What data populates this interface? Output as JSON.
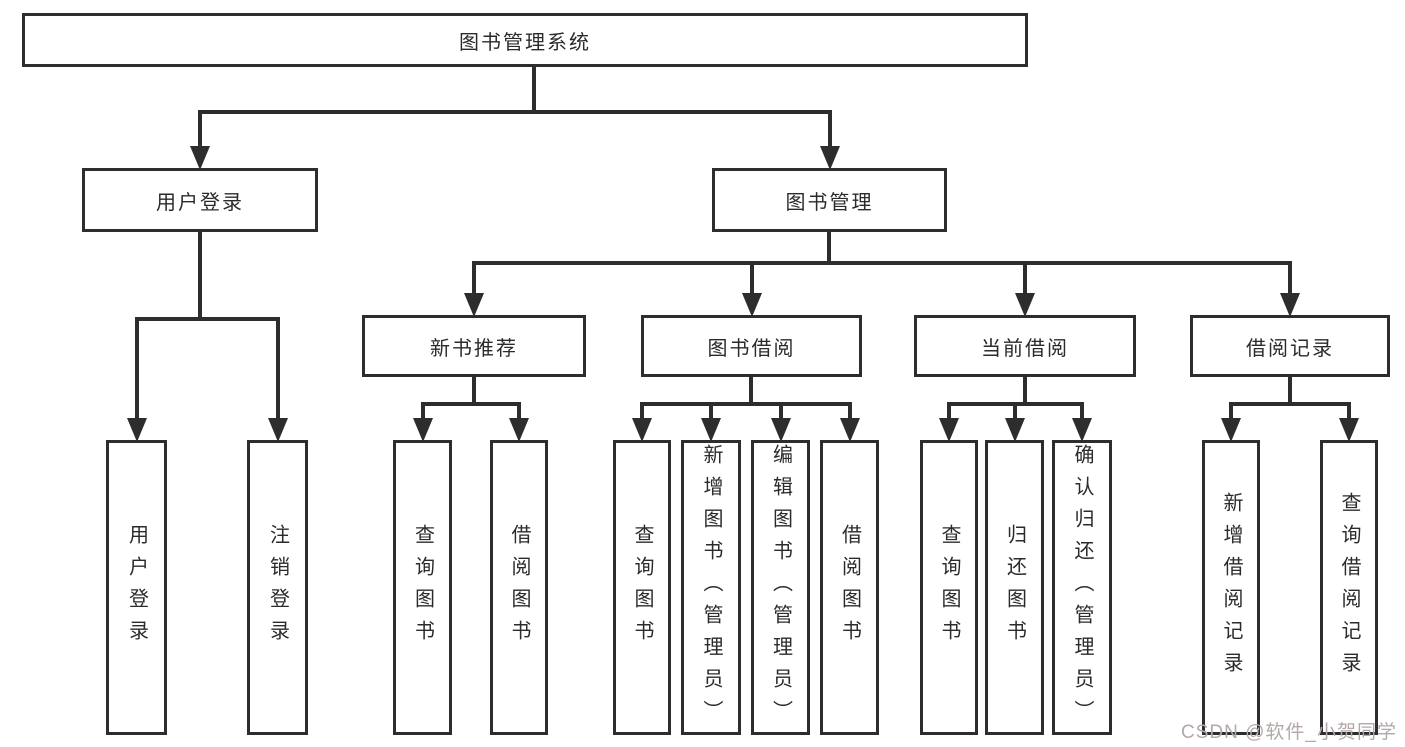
{
  "diagram": {
    "title": "图书管理系统",
    "type": "hierarchy-tree"
  },
  "colors": {
    "line": "#2d2d2d",
    "box_border": "#2d2d2d",
    "box_background": "#ffffff",
    "text": "#2b2b2b",
    "watermark": "#b4a8a8"
  },
  "watermark": {
    "text": "CSDN @软件_小贺同学"
  },
  "nodes": {
    "root": {
      "label": "图书管理系统"
    },
    "user_login": {
      "label": "用户登录"
    },
    "book_mgmt": {
      "label": "图书管理"
    },
    "new_book_rec": {
      "label": "新书推荐"
    },
    "book_borrow": {
      "label": "图书借阅"
    },
    "current_borrow": {
      "label": "当前借阅"
    },
    "borrow_records": {
      "label": "借阅记录"
    },
    "leaf_user_login": {
      "label": "用户登录"
    },
    "leaf_logout": {
      "label": "注销登录"
    },
    "leaf_query_book_1": {
      "label": "查询图书"
    },
    "leaf_borrow_book_1": {
      "label": "借阅图书"
    },
    "leaf_query_book_2": {
      "label": "查询图书"
    },
    "leaf_add_book": {
      "label": "新增图书（管理员）"
    },
    "leaf_edit_book": {
      "label": "编辑图书（管理员）"
    },
    "leaf_borrow_book_2": {
      "label": "借阅图书"
    },
    "leaf_query_book_3": {
      "label": "查询图书"
    },
    "leaf_return_book": {
      "label": "归还图书"
    },
    "leaf_confirm_return": {
      "label": "确认归还（管理员）"
    },
    "leaf_add_borrow_record": {
      "label": "新增借阅记录"
    },
    "leaf_query_borrow_record": {
      "label": "查询借阅记录"
    }
  },
  "hierarchy": {
    "root": [
      "user_login",
      "book_mgmt"
    ],
    "user_login": [
      "leaf_user_login",
      "leaf_logout"
    ],
    "book_mgmt": [
      "new_book_rec",
      "book_borrow",
      "current_borrow",
      "borrow_records"
    ],
    "new_book_rec": [
      "leaf_query_book_1",
      "leaf_borrow_book_1"
    ],
    "book_borrow": [
      "leaf_query_book_2",
      "leaf_add_book",
      "leaf_edit_book",
      "leaf_borrow_book_2"
    ],
    "current_borrow": [
      "leaf_query_book_3",
      "leaf_return_book",
      "leaf_confirm_return"
    ],
    "borrow_records": [
      "leaf_add_borrow_record",
      "leaf_query_borrow_record"
    ]
  }
}
